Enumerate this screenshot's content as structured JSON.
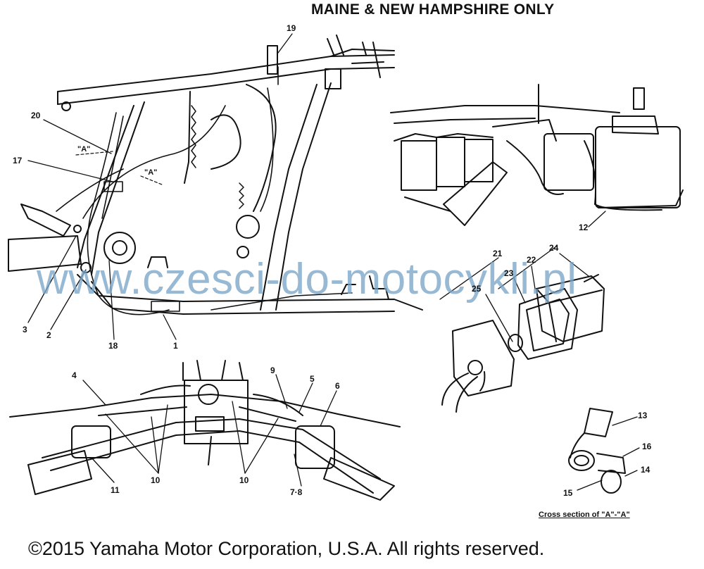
{
  "heading": "MAINE & NEW HAMPSHIRE ONLY",
  "copyright": "©2015 Yamaha Motor Corporation, U.S.A. All rights reserved.",
  "watermark": "www.czesci-do-motocykli.pl",
  "cross_section_caption": "Cross section of \"A\"-\"A\"",
  "section_markers": [
    "\"A\"",
    "\"A\""
  ],
  "callouts": {
    "c1": "1",
    "c2": "2",
    "c3": "3",
    "c4": "4",
    "c5": "5",
    "c6": "6",
    "c78": "7·8",
    "c9": "9",
    "c10a": "10",
    "c10b": "10",
    "c11": "11",
    "c12": "12",
    "c13": "13",
    "c14": "14",
    "c15": "15",
    "c16": "16",
    "c17": "17",
    "c18": "18",
    "c19": "19",
    "c20": "20",
    "c21": "21",
    "c22": "22",
    "c23": "23",
    "c24": "24",
    "c25": "25"
  },
  "colors": {
    "ink": "#111111",
    "watermark": "#7aa6c8",
    "background": "#ffffff"
  }
}
